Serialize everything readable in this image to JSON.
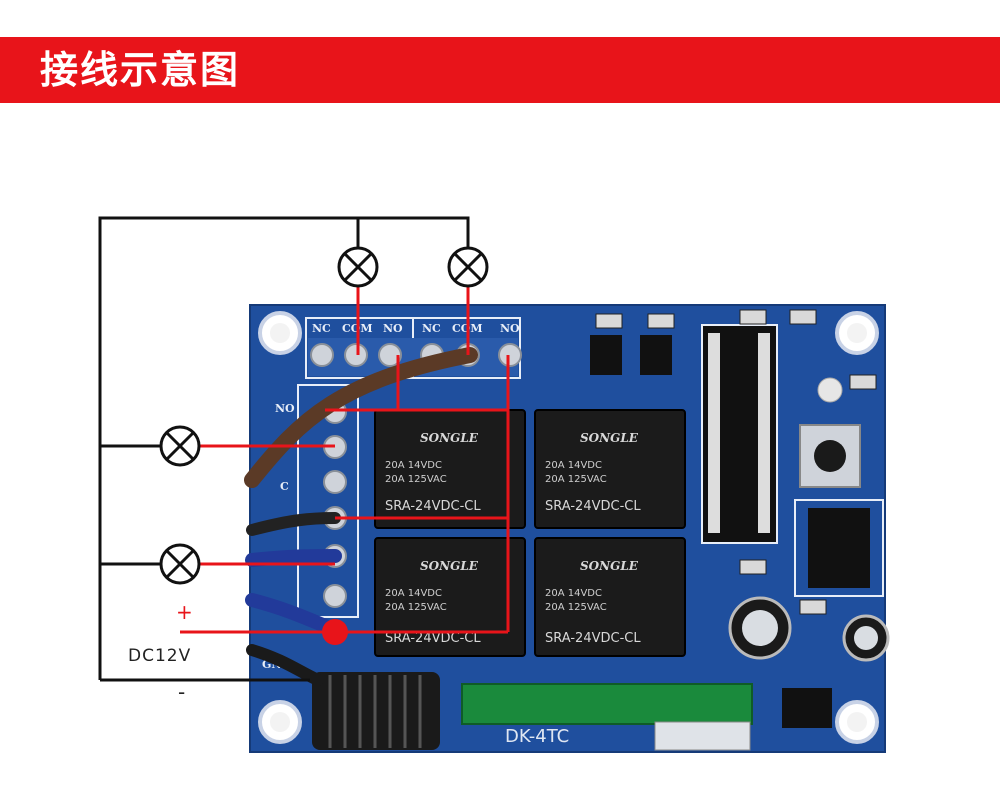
{
  "header": {
    "title": "接线示意图"
  },
  "labels": {
    "plus": "+",
    "voltage": "DC12V",
    "minus": "-"
  },
  "board": {
    "terminal_top_left": [
      "NC",
      "COM",
      "NO"
    ],
    "terminal_top_right": [
      "NC",
      "COM",
      "NO"
    ],
    "terminal_side": [
      "NO",
      "C",
      "GND"
    ],
    "relays": [
      {
        "brand": "SONGLE",
        "rating1": "20A 14VDC",
        "rating2": "20A 125VAC",
        "model": "SRA-24VDC-CL"
      },
      {
        "brand": "SONGLE",
        "rating1": "20A 14VDC",
        "rating2": "20A 125VAC",
        "model": "SRA-24VDC-CL"
      },
      {
        "brand": "SONGLE",
        "rating1": "20A 14VDC",
        "rating2": "20A 125VAC",
        "model": "SRA-24VDC-CL"
      },
      {
        "brand": "SONGLE",
        "rating1": "20A 14VDC",
        "rating2": "20A 125VAC",
        "model": "SRA-24VDC-CL"
      }
    ],
    "module_label": "DK-4TC"
  },
  "colors": {
    "banner": "#e8141a",
    "pcb": "#1f4f9e",
    "wire_red": "#e8141a",
    "wire_black": "#111111"
  }
}
